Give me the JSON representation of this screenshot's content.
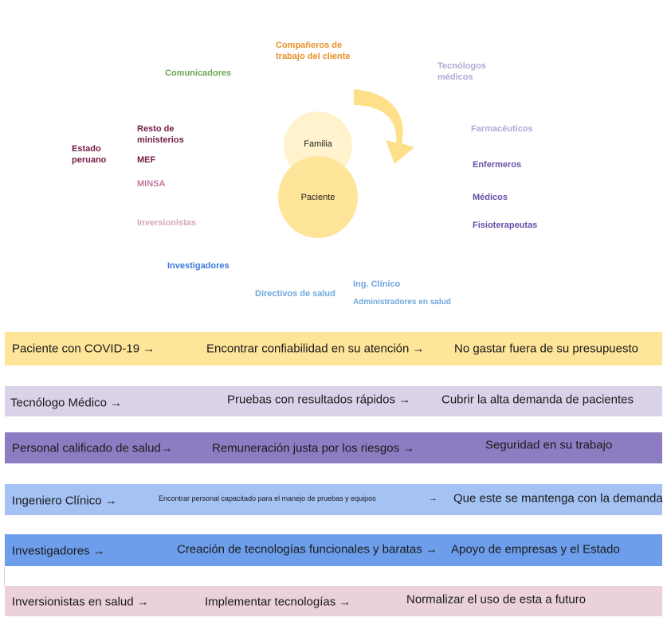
{
  "diagram": {
    "circles": {
      "familia": "Familia",
      "paciente": "Paciente"
    },
    "labels": {
      "companeros": "Compañeros de\ntrabajo del cliente",
      "comunicadores": "Comunicadores",
      "tecnologos": "Tecnólogos\nmédicos",
      "resto_ministerios": "Resto de\nministerios",
      "estado": "Estado\nperuano",
      "mef": "MEF",
      "minsa": "MINSA",
      "inversionistas": "Inversionistas",
      "farmaceuticos": "Farmacéuticos",
      "enfermeros": "Enfermeros",
      "medicos": "Médicos",
      "fisioterapeutas": "Fisioterapeutas",
      "investigadores": "Investigadores",
      "ing_clinico": "Ing. Clínico",
      "directivos": "Directivos de salud",
      "administradores": "Administradores en salud"
    },
    "colors": {
      "orange": "#e8902a",
      "green": "#6aa84f",
      "lavender": "#b4a7d6",
      "maroon": "#741b47",
      "pink": "#c27ba0",
      "rose": "#d5a6bd",
      "purple": "#674ea7",
      "blue": "#3c78d8",
      "lightblue": "#6fa8dc",
      "circle": "#ffe599",
      "circle_light": "#fff2cc",
      "arrow": "#ffe08a"
    }
  },
  "rows": [
    {
      "c1": "Paciente con COVID-19 →",
      "c2": "Encontrar confiabilidad en su atención →",
      "c3": "No gastar fuera de su presupuesto",
      "bg": "#ffe599"
    },
    {
      "c1": "Tecnólogo Médico →",
      "c2": "Pruebas con resultados rápidos →",
      "c3": "Cubrir la alta demanda de pacientes",
      "bg": "#d9d2e9"
    },
    {
      "c1": "Personal calificado de salud→",
      "c2": "Remuneración justa por los riesgos →",
      "c3": "Seguridad en su trabajo",
      "bg": "#8e7cc3"
    },
    {
      "c1": "Ingeniero Clínico →",
      "c2": "Encontrar personal capacitado para el manejo de pruebas y equipos",
      "c2b": "→",
      "c3": "Que este se mantenga con la demanda",
      "bg": "#a4c2f4"
    },
    {
      "c1": "Investigadores →",
      "c2": "Creación de tecnologías funcionales y baratas →",
      "c3": "Apoyo de empresas y el Estado",
      "bg": "#6d9eeb"
    },
    {
      "c1": "Inversionistas en salud →",
      "c2": "Implementar tecnologías →",
      "c3": "Normalizar el uso de esta a futuro",
      "bg": "#ead1dc"
    }
  ]
}
